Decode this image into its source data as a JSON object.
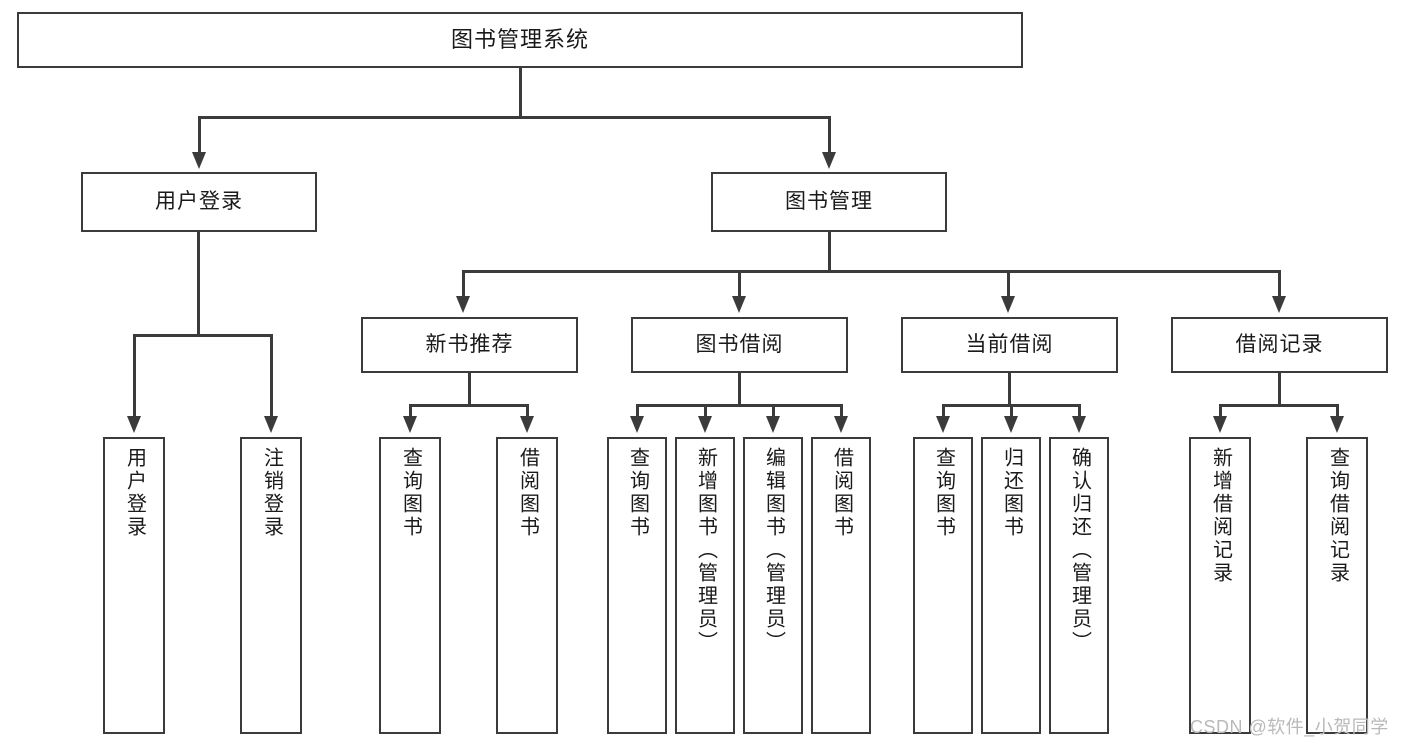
{
  "diagram": {
    "title": "图书管理系统",
    "type": "hierarchy-tree",
    "root": {
      "label": "图书管理系统"
    },
    "level2": [
      {
        "label": "用户登录"
      },
      {
        "label": "图书管理"
      }
    ],
    "level3": [
      {
        "label": "新书推荐"
      },
      {
        "label": "图书借阅"
      },
      {
        "label": "当前借阅"
      },
      {
        "label": "借阅记录"
      }
    ],
    "leaves": {
      "user_login": [
        {
          "label": "用户登录"
        },
        {
          "label": "注销登录"
        }
      ],
      "new_book_recommend": [
        {
          "label": "查询图书"
        },
        {
          "label": "借阅图书"
        }
      ],
      "book_borrow": [
        {
          "label": "查询图书"
        },
        {
          "label": "新增图书（管理员）"
        },
        {
          "label": "编辑图书（管理员）"
        },
        {
          "label": "借阅图书"
        }
      ],
      "current_borrow": [
        {
          "label": "查询图书"
        },
        {
          "label": "归还图书"
        },
        {
          "label": "确认归还（管理员）"
        }
      ],
      "borrow_record": [
        {
          "label": "新增借阅记录"
        },
        {
          "label": "查询借阅记录"
        }
      ]
    }
  },
  "watermark": {
    "text": "CSDN @软件_小贺同学"
  },
  "colors": {
    "stroke": "#3b3b3b",
    "text": "#1a1a1a",
    "background": "#ffffff",
    "watermark": "#b9b9b9"
  }
}
